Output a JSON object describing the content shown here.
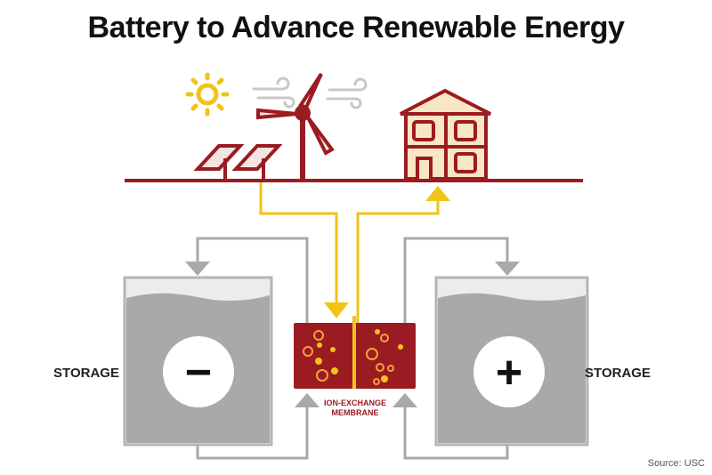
{
  "title": "Battery to Advance Renewable Energy",
  "labels": {
    "storage_left": "STORAGE",
    "storage_right": "STORAGE",
    "membrane_line1": "ION-EXCHANGE",
    "membrane_line2": "MEMBRANE",
    "negative_symbol": "−",
    "positive_symbol": "+",
    "source": "Source: USC"
  },
  "colors": {
    "dark_red": "#9b1b22",
    "yellow": "#f2c318",
    "gray": "#a9a9a9",
    "light_gray": "#e6e6e6",
    "house_fill": "#f8e6c4"
  }
}
